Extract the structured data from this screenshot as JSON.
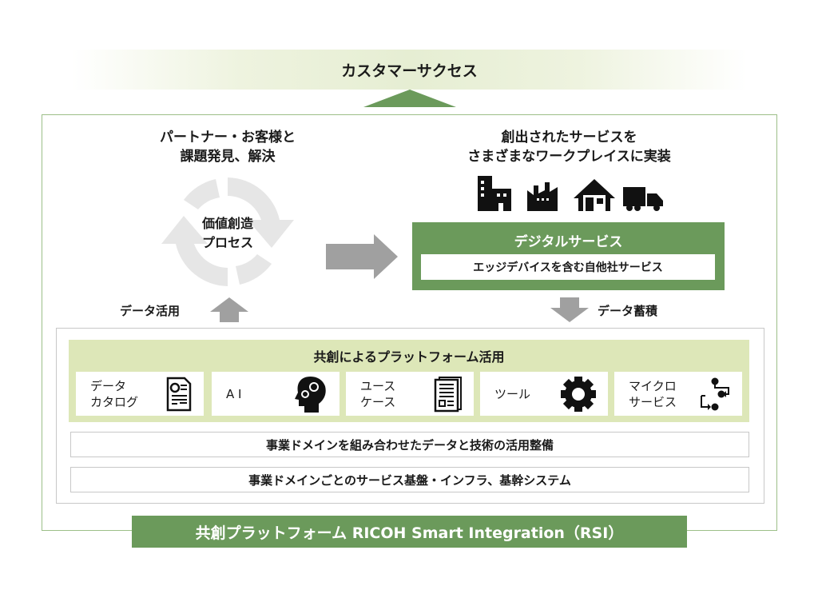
{
  "top_banner": "カスタマーサクセス",
  "left": {
    "title_line1": "パートナー・お客様と",
    "title_line2": "課題発見、解決",
    "cycle_line1": "価値創造",
    "cycle_line2": "プロセス",
    "data_use": "データ活用"
  },
  "right": {
    "title_line1": "創出されたサービスを",
    "title_line2": "さまざまなワークプレイスに実装",
    "icons": [
      "office-building-icon",
      "factory-icon",
      "house-icon",
      "truck-icon"
    ],
    "digital_title": "デジタルサービス",
    "digital_sub": "エッジデバイスを含む自他社サービス",
    "data_store": "データ蓄積"
  },
  "platform": {
    "title": "共創によるプラットフォーム活用",
    "cards": [
      {
        "line1": "データ",
        "line2": "カタログ",
        "icon": "document-chart-icon"
      },
      {
        "line1": "A I",
        "line2": "",
        "icon": "ai-head-gears-icon"
      },
      {
        "line1": "ユース",
        "line2": "ケース",
        "icon": "documents-icon"
      },
      {
        "line1": "ツール",
        "line2": "",
        "icon": "gear-icon"
      },
      {
        "line1": "マイクロ",
        "line2": "サービス",
        "icon": "flow-icon"
      }
    ]
  },
  "rows": [
    "事業ドメインを組み合わせたデータと技術の活用整備",
    "事業ドメインごとのサービス基盤・インフラ、基幹システム"
  ],
  "bottom_banner": "共創プラットフォーム RICOH Smart Integration（RSI）",
  "colors": {
    "green": "#6b9a5b",
    "light_green": "#dde7b8",
    "gray_arrow": "#a0a0a0"
  }
}
